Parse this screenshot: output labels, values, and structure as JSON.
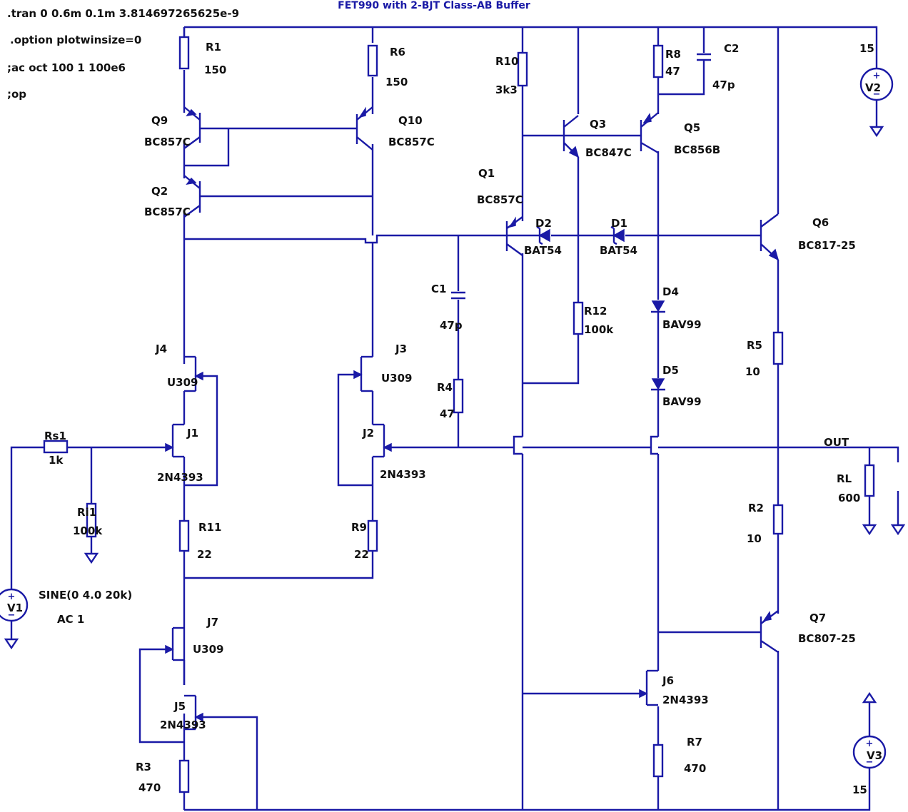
{
  "title": "FET990 with 2-BJT Class-AB Buffer",
  "directives": [
    ".tran 0 0.6m 0.1m 3.814697265625e-9",
    ".option plotwinsize=0",
    ";ac oct 100 1 100e6",
    ";op"
  ],
  "net_label_out": "OUT",
  "source_v1": {
    "name": "V1",
    "value": "SINE(0 4.0 20k)",
    "ac": "AC 1"
  },
  "source_v2": {
    "name": "V2",
    "value": "15"
  },
  "source_v3": {
    "name": "V3",
    "value": "15"
  },
  "resistors": {
    "R1": {
      "name": "R1",
      "value": "150"
    },
    "R6": {
      "name": "R6",
      "value": "150"
    },
    "R10": {
      "name": "R10",
      "value": "3k3"
    },
    "R8": {
      "name": "R8",
      "value": "47"
    },
    "R12": {
      "name": "R12",
      "value": "100k"
    },
    "R4": {
      "name": "R4",
      "value": "47"
    },
    "R5": {
      "name": "R5",
      "value": "10"
    },
    "R2": {
      "name": "R2",
      "value": "10"
    },
    "RL": {
      "name": "RL",
      "value": "600"
    },
    "Rs1": {
      "name": "Rs1",
      "value": "1k"
    },
    "Ri1": {
      "name": "Ri1",
      "value": "100k"
    },
    "R11": {
      "name": "R11",
      "value": "22"
    },
    "R9": {
      "name": "R9",
      "value": "22"
    },
    "R3": {
      "name": "R3",
      "value": "470"
    },
    "R7": {
      "name": "R7",
      "value": "470"
    }
  },
  "capacitors": {
    "C1": {
      "name": "C1",
      "value": "47p"
    },
    "C2": {
      "name": "C2",
      "value": "47p"
    }
  },
  "transistors": {
    "Q9": {
      "name": "Q9",
      "model": "BC857C"
    },
    "Q10": {
      "name": "Q10",
      "model": "BC857C"
    },
    "Q2": {
      "name": "Q2",
      "model": "BC857C"
    },
    "Q1": {
      "name": "Q1",
      "model": "BC857C"
    },
    "Q3": {
      "name": "Q3",
      "model": "BC847C"
    },
    "Q5": {
      "name": "Q5",
      "model": "BC856B"
    },
    "Q6": {
      "name": "Q6",
      "model": "BC817-25"
    },
    "Q7": {
      "name": "Q7",
      "model": "BC807-25"
    },
    "J4": {
      "name": "J4",
      "model": "U309"
    },
    "J3": {
      "name": "J3",
      "model": "U309"
    },
    "J1": {
      "name": "J1",
      "model": "2N4393"
    },
    "J2": {
      "name": "J2",
      "model": "2N4393"
    },
    "J7": {
      "name": "J7",
      "model": "U309"
    },
    "J5": {
      "name": "J5",
      "model": "2N4393"
    },
    "J6": {
      "name": "J6",
      "model": "2N4393"
    }
  },
  "diodes": {
    "D2": {
      "name": "D2",
      "model": "BAT54"
    },
    "D1": {
      "name": "D1",
      "model": "BAT54"
    },
    "D4": {
      "name": "D4",
      "model": "BAV99"
    },
    "D5": {
      "name": "D5",
      "model": "BAV99"
    }
  },
  "colors": {
    "wire": "#1a1aa6",
    "text": "#111111",
    "background": "#ffffff"
  }
}
